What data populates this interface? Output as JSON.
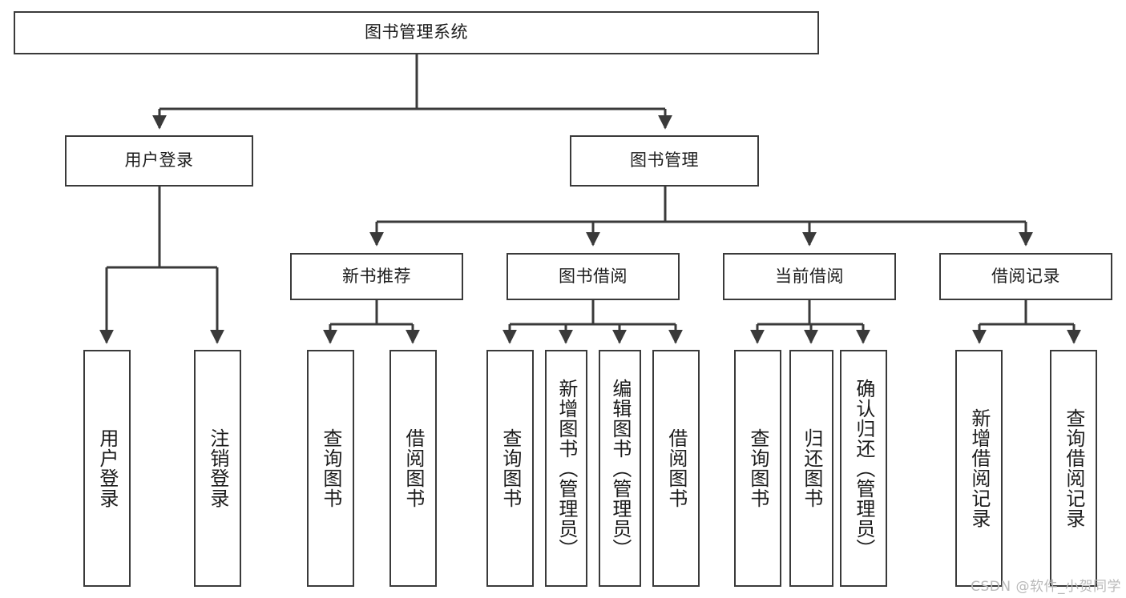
{
  "diagram": {
    "title": "图书管理系统",
    "type": "tree",
    "orientation": "top-down",
    "colors": {
      "background": "#ffffff",
      "box_border": "#3a3a3a",
      "box_fill": "#ffffff",
      "edge": "#3a3a3a",
      "text": "#1c1c1c",
      "watermark": "#b9b9b9"
    }
  },
  "watermark": {
    "text": "CSDN @软件_小贺同学"
  },
  "nodes": {
    "root": {
      "label": "图书管理系统"
    },
    "level2": [
      {
        "id": "user-login",
        "label": "用户登录"
      },
      {
        "id": "book-management",
        "label": "图书管理"
      }
    ],
    "level3": [
      {
        "id": "new-book-recommend",
        "label": "新书推荐"
      },
      {
        "id": "book-borrow",
        "label": "图书借阅"
      },
      {
        "id": "current-borrow",
        "label": "当前借阅"
      },
      {
        "id": "borrow-record",
        "label": "借阅记录"
      }
    ],
    "leaves": [
      {
        "id": "leaf-user-login",
        "label": "用户登录",
        "parent": "user-login"
      },
      {
        "id": "leaf-logout",
        "label": "注销登录",
        "parent": "user-login"
      },
      {
        "id": "leaf-query-book-1",
        "label": "查询图书",
        "parent": "new-book-recommend"
      },
      {
        "id": "leaf-borrow-book-1",
        "label": "借阅图书",
        "parent": "new-book-recommend"
      },
      {
        "id": "leaf-query-book-2",
        "label": "查询图书",
        "parent": "book-borrow"
      },
      {
        "id": "leaf-add-book",
        "label": "新增图书（管理员）",
        "parent": "book-borrow"
      },
      {
        "id": "leaf-edit-book",
        "label": "编辑图书（管理员）",
        "parent": "book-borrow"
      },
      {
        "id": "leaf-borrow-book-2",
        "label": "借阅图书",
        "parent": "book-borrow"
      },
      {
        "id": "leaf-query-book-3",
        "label": "查询图书",
        "parent": "current-borrow"
      },
      {
        "id": "leaf-return-book",
        "label": "归还图书",
        "parent": "current-borrow"
      },
      {
        "id": "leaf-confirm-return",
        "label": "确认归还（管理员）",
        "parent": "current-borrow"
      },
      {
        "id": "leaf-add-record",
        "label": "新增借阅记录",
        "parent": "borrow-record"
      },
      {
        "id": "leaf-query-record",
        "label": "查询借阅记录",
        "parent": "borrow-record"
      }
    ]
  }
}
